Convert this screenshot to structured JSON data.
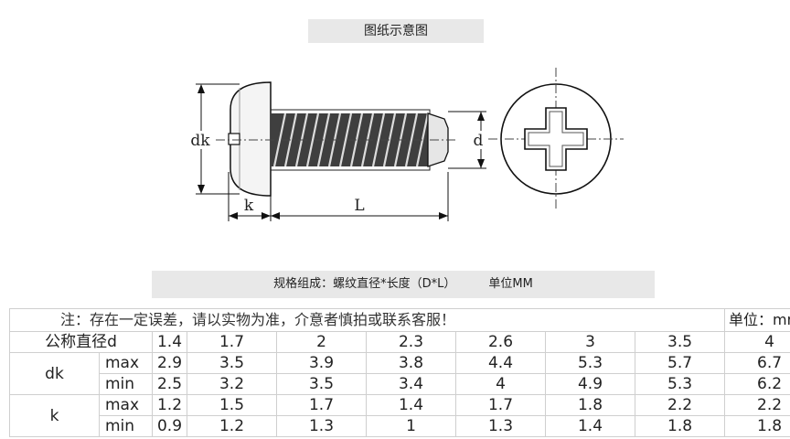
{
  "drawing": {
    "title": "图纸示意图",
    "dim_dk": "dk",
    "dim_d": "d",
    "dim_k": "k",
    "dim_L": "L"
  },
  "spec": {
    "left": "规格组成：螺纹直径*长度（D*L）",
    "right": "单位MM"
  },
  "table": {
    "note": "注：存在一定误差，请以实物为准，介意者慎拍或联系客服！",
    "unit": "单位：mm",
    "rows": {
      "d_label": "公称直径d",
      "d_values": [
        "1.4",
        "1.7",
        "2",
        "2.3",
        "2.6",
        "3",
        "3.5",
        "4"
      ],
      "dk_label": "dk",
      "dk_max_label": "max",
      "dk_max": [
        "2.9",
        "3.5",
        "3.9",
        "3.8",
        "4.4",
        "5.3",
        "5.7",
        "6.7"
      ],
      "dk_min_label": "min",
      "dk_min": [
        "2.5",
        "3.2",
        "3.5",
        "3.4",
        "4",
        "4.9",
        "5.3",
        "6.2"
      ],
      "k_label": "k",
      "k_max_label": "max",
      "k_max": [
        "1.2",
        "1.5",
        "1.7",
        "1.4",
        "1.7",
        "1.8",
        "2.2",
        "2.2"
      ],
      "k_min_label": "min",
      "k_min": [
        "0.9",
        "1.2",
        "1.3",
        "1",
        "1.3",
        "1.4",
        "1.8",
        "1.8"
      ]
    }
  }
}
